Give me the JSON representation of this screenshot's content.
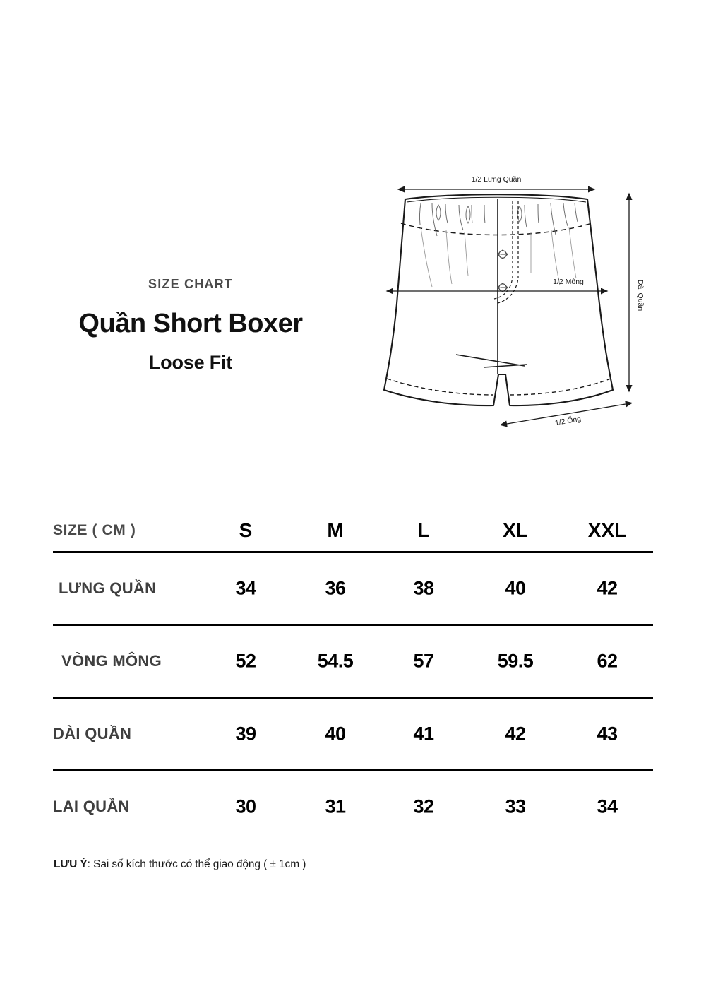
{
  "header": {
    "eyebrow": "SIZE CHART",
    "title": "Quần Short Boxer",
    "subtitle": "Loose Fit"
  },
  "diagram": {
    "name": "boxer-shorts-technical-drawing",
    "labels": {
      "waist": "1/2 Lưng Quần",
      "hip": "1/2 Mông",
      "length": "Dài Quần",
      "leg_opening": "1/2 Ống"
    }
  },
  "chart_data": {
    "type": "table",
    "title": "Quần Short Boxer — Loose Fit",
    "unit_label": "SIZE ( CM )",
    "categories": [
      "S",
      "M",
      "L",
      "XL",
      "XXL"
    ],
    "series": [
      {
        "name": "LƯNG QUẦN",
        "values": [
          34,
          36,
          38,
          40,
          42
        ]
      },
      {
        "name": "VÒNG MÔNG",
        "values": [
          52,
          54.5,
          57,
          59.5,
          62
        ]
      },
      {
        "name": "DÀI QUẦN",
        "values": [
          39,
          40,
          41,
          42,
          43
        ]
      },
      {
        "name": "LAI QUẦN",
        "values": [
          30,
          31,
          32,
          33,
          34
        ]
      }
    ]
  },
  "table": {
    "header": {
      "label": "SIZE ( CM )",
      "sizes": [
        "S",
        "M",
        "L",
        "XL",
        "XXL"
      ]
    },
    "rows": [
      {
        "label": "LƯNG QUẦN",
        "cells": [
          "34",
          "36",
          "38",
          "40",
          "42"
        ]
      },
      {
        "label": "VÒNG MÔNG",
        "cells": [
          "52",
          "54.5",
          "57",
          "59.5",
          "62"
        ]
      },
      {
        "label": "DÀI QUẦN",
        "cells": [
          "39",
          "40",
          "41",
          "42",
          "43"
        ]
      },
      {
        "label": "LAI QUẦN",
        "cells": [
          "30",
          "31",
          "32",
          "33",
          "34"
        ]
      }
    ]
  },
  "note": {
    "prefix": "LƯU Ý",
    "text": ": Sai số kích thước có thể giao động ( ± 1cm )"
  },
  "colors": {
    "background": "#ffffff",
    "text": "#000000",
    "label_gray": "#3f3f3f",
    "rule": "#000000"
  }
}
